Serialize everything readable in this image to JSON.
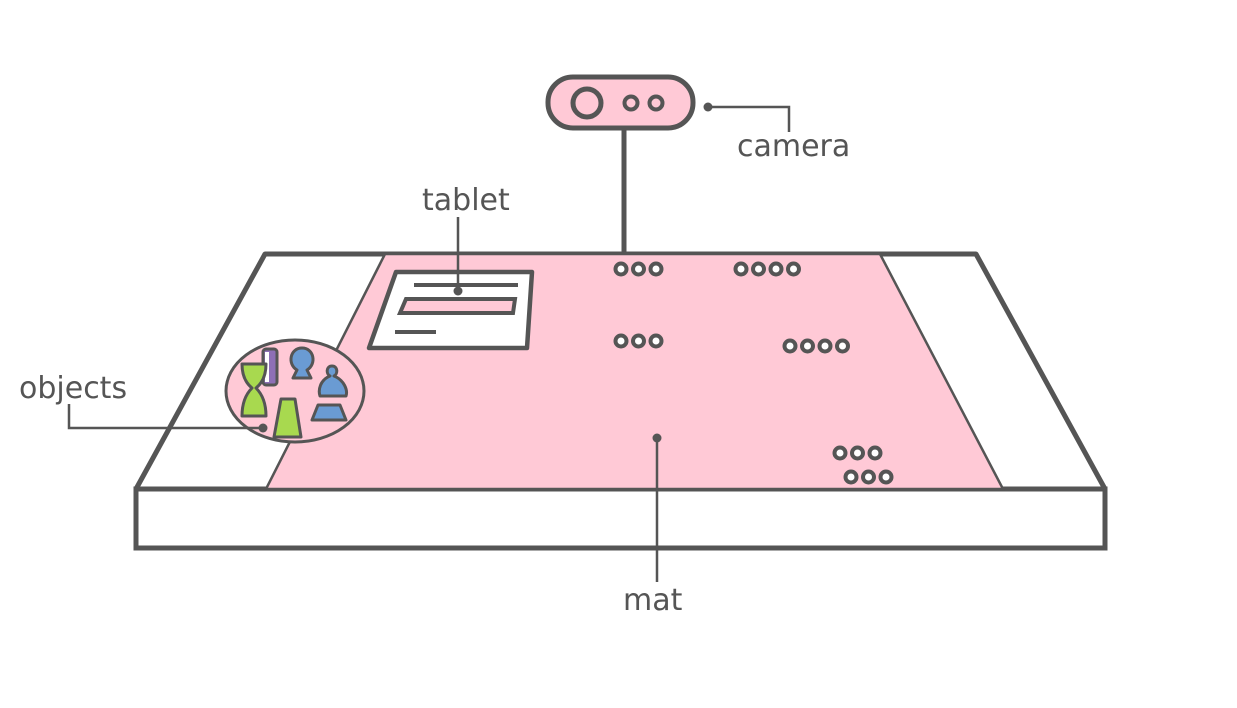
{
  "labels": {
    "camera": "camera",
    "tablet": "tablet",
    "objects": "objects",
    "mat": "mat"
  },
  "colors": {
    "stroke": "#555555",
    "mat_fill": "#ffc9d6",
    "table_fill": "#ffffff",
    "object_green": "#a8d94f",
    "object_blue": "#6a9bd3",
    "object_purple": "#8e6fb6",
    "text": "#555555"
  },
  "marker_groups": [
    {
      "name": "dots-row-top-left",
      "count": 3
    },
    {
      "name": "dots-row-top-right",
      "count": 4
    },
    {
      "name": "dots-row-middle-left",
      "count": 3
    },
    {
      "name": "dots-row-middle-right",
      "count": 4
    },
    {
      "name": "dots-row-bottom-upper",
      "count": 3
    },
    {
      "name": "dots-row-bottom-lower",
      "count": 3
    }
  ]
}
